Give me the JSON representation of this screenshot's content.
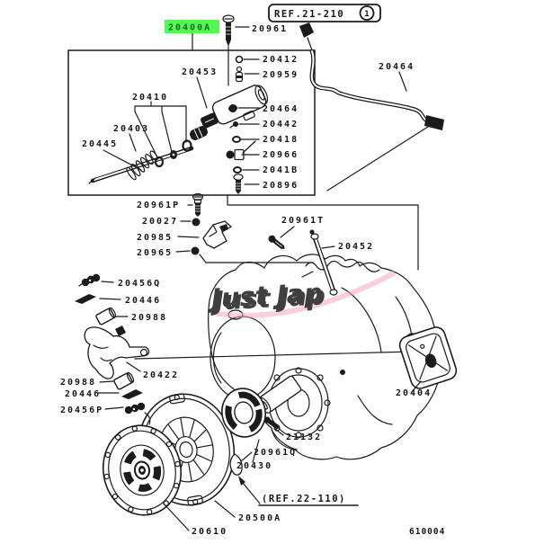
{
  "diagram": {
    "kind": "exploded-parts-diagram",
    "drawing_code": "610004",
    "ink_color": "#1b1b1b",
    "background": "#ffffff"
  },
  "refs": {
    "top": {
      "label": "REF.21-210",
      "circle_num": "1"
    },
    "bottom": {
      "label": "(REF.22-110)"
    }
  },
  "highlight": {
    "bg": "#57f657",
    "fg": "#0a6e14"
  },
  "watermark": {
    "text": "Just Jap",
    "color": "#b03030",
    "shadow": "#f5a8b8"
  },
  "parts": {
    "p20400A": "20400A",
    "p20961": "20961",
    "p20464_pipe": "20464",
    "p20453": "20453",
    "p20410": "20410",
    "p20403": "20403",
    "p20445": "20445",
    "p20412": "20412",
    "p20959": "20959",
    "p20464_cap": "20464",
    "p20442": "20442",
    "p20418": "20418",
    "p20966": "20966",
    "p2041B": "2041B",
    "p20896": "20896",
    "p20961P": "20961P",
    "p20027": "20027",
    "p20985": "20985",
    "p20965": "20965",
    "p20961T": "20961T",
    "p20452": "20452",
    "p20456Q": "20456Q",
    "p20446_a": "20446",
    "p20988_a": "20988",
    "p20422": "20422",
    "p20988_b": "20988",
    "p20446_b": "20446",
    "p20456P": "20456P",
    "p20610": "20610",
    "p20500A": "20500A",
    "p20430": "20430",
    "p21132": "21132",
    "p20961Q": "20961Q",
    "p20404": "20404"
  }
}
